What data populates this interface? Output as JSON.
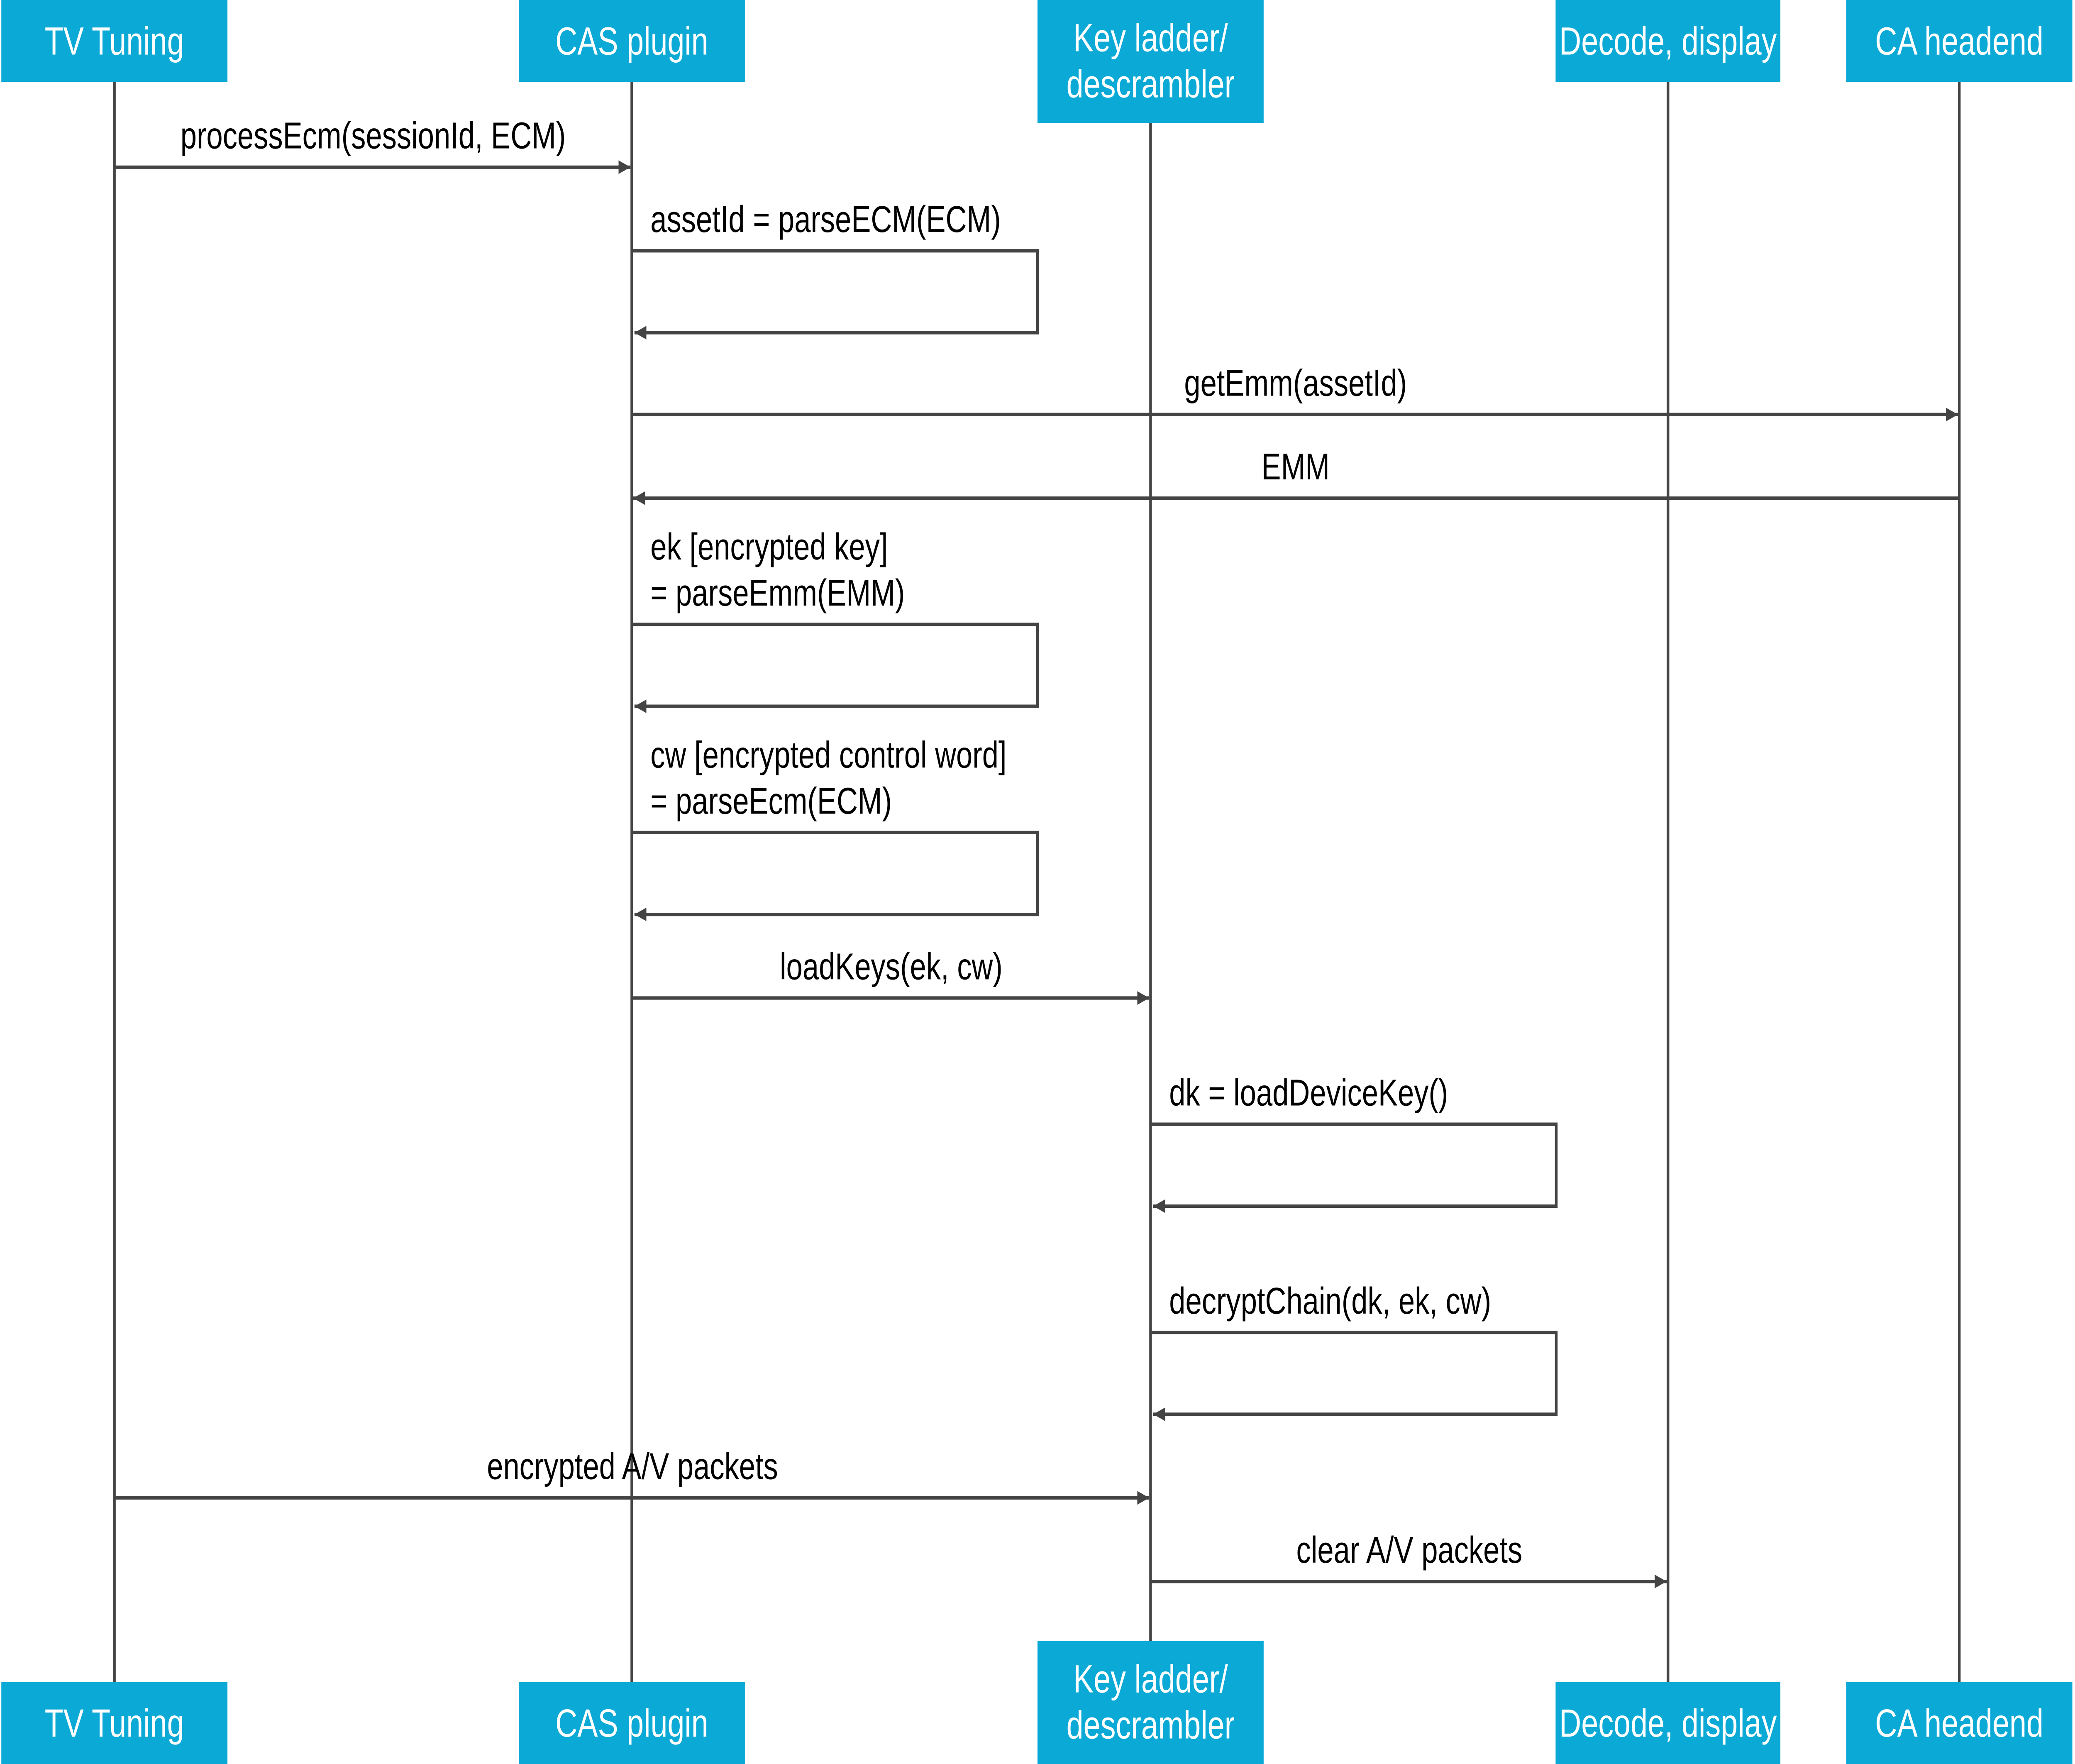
{
  "colors": {
    "participant_fill": "#0BA9D6",
    "participant_text": "#FFFFFF",
    "line": "#444444",
    "label": "#000000"
  },
  "participants": [
    {
      "name": [
        "TV Tuning"
      ]
    },
    {
      "name": [
        "CAS plugin"
      ]
    },
    {
      "name": [
        "Key ladder/",
        "descrambler"
      ]
    },
    {
      "name": [
        "Decode, display"
      ]
    },
    {
      "name": [
        "CA headend"
      ]
    }
  ],
  "messages": [
    {
      "from": 0,
      "to": 1,
      "label": [
        "processEcm(sessionId, ECM)"
      ]
    },
    {
      "from": 1,
      "to": 1,
      "label": [
        "assetId = parseECM(ECM)"
      ]
    },
    {
      "from": 1,
      "to": 4,
      "label": [
        "getEmm(assetId)"
      ]
    },
    {
      "from": 4,
      "to": 1,
      "label": [
        "EMM"
      ]
    },
    {
      "from": 1,
      "to": 1,
      "label": [
        "ek [encrypted key]",
        "= parseEmm(EMM)"
      ]
    },
    {
      "from": 1,
      "to": 1,
      "label": [
        "cw [encrypted control word]",
        "= parseEcm(ECM)"
      ]
    },
    {
      "from": 1,
      "to": 2,
      "label": [
        "loadKeys(ek, cw)"
      ]
    },
    {
      "from": 2,
      "to": 2,
      "label": [
        "dk = loadDeviceKey()"
      ]
    },
    {
      "from": 2,
      "to": 2,
      "label": [
        "decryptChain(dk, ek, cw)"
      ]
    },
    {
      "from": 0,
      "to": 2,
      "label": [
        "encrypted A/V packets"
      ]
    },
    {
      "from": 2,
      "to": 3,
      "label": [
        "clear A/V packets"
      ]
    }
  ]
}
